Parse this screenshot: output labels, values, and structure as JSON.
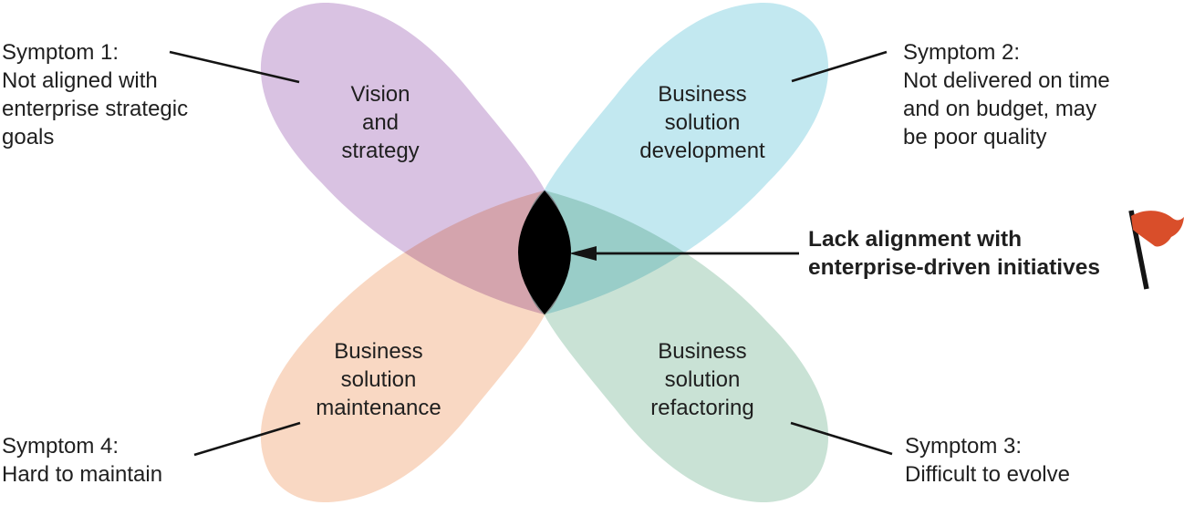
{
  "diagram": {
    "background_color": "#ffffff",
    "text_color": "#1f1f1f",
    "line_color": "#141414",
    "core_color": "#000000",
    "flag_color": "#d94e2a",
    "petals": [
      {
        "name": "vision",
        "color": "#d9c2e2",
        "line1": "Vision",
        "line2": "and",
        "line3": "strategy"
      },
      {
        "name": "development",
        "color": "#c2e8f0",
        "line1": "Business",
        "line2": "solution",
        "line3": "development"
      },
      {
        "name": "maintenance",
        "color": "#f9d8c3",
        "line1": "Business",
        "line2": "solution",
        "line3": "maintenance"
      },
      {
        "name": "refactoring",
        "color": "#c9e2d5",
        "line1": "Business",
        "line2": "solution",
        "line3": "refactoring"
      }
    ],
    "symptoms": [
      {
        "title": "Symptom 1:",
        "lines": [
          "Not aligned with",
          "enterprise strategic",
          "goals"
        ]
      },
      {
        "title": "Symptom 2:",
        "lines": [
          "Not delivered on time",
          "and on budget, may",
          "be poor quality"
        ]
      },
      {
        "title": "Symptom 3:",
        "lines": [
          "Difficult to evolve"
        ]
      },
      {
        "title": "Symptom 4:",
        "lines": [
          "Hard to maintain"
        ]
      }
    ],
    "center_callout": {
      "line1": "Lack alignment with",
      "line2": "enterprise-driven initiatives"
    }
  }
}
